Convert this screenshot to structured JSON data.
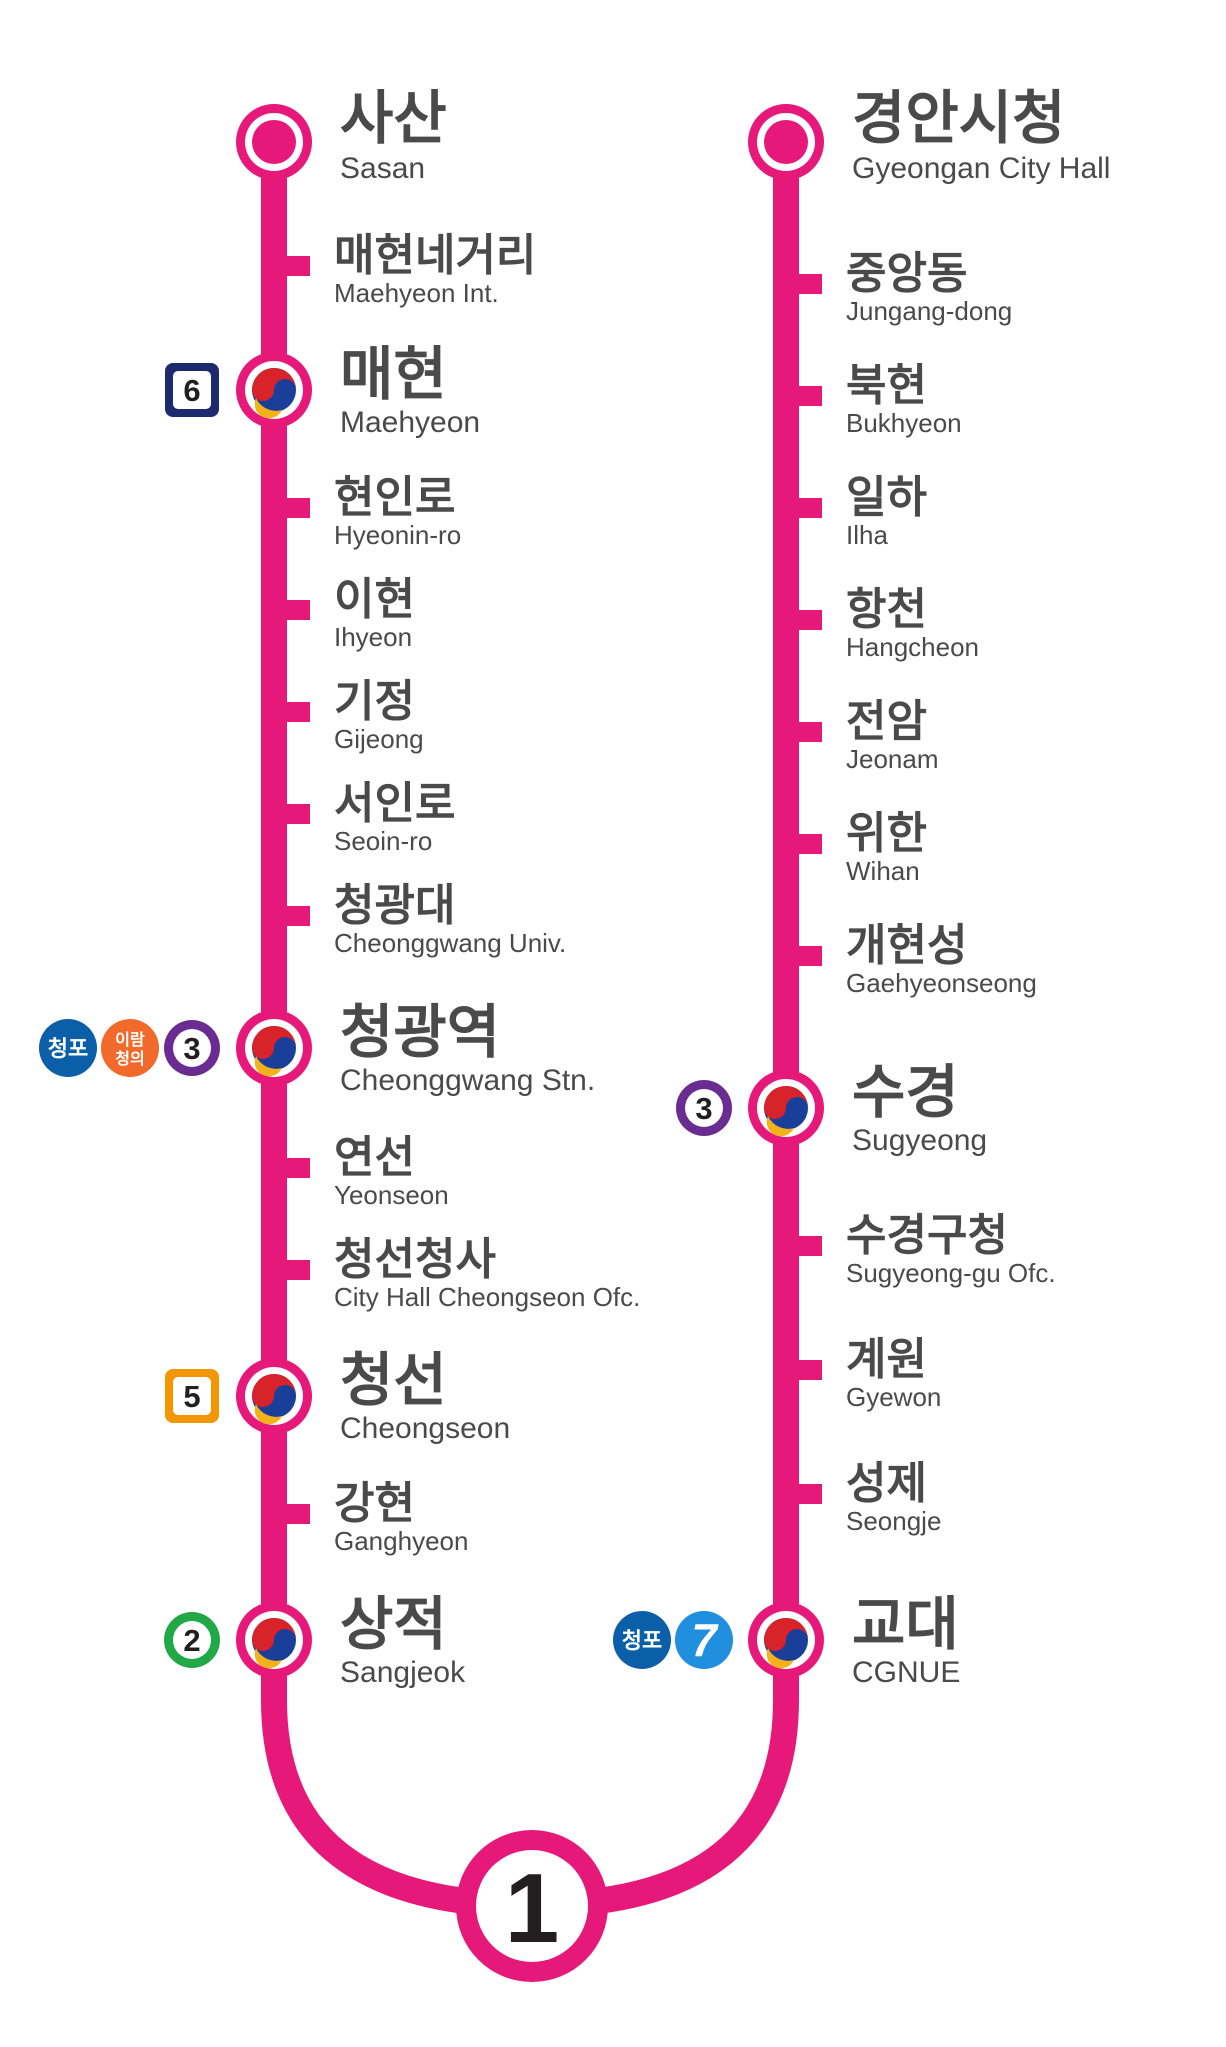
{
  "line": {
    "number": "1",
    "color": "#e6197a",
    "dark_color": "#231f20"
  },
  "colors": {
    "line6": "#1e2a6e",
    "line3": "#6a2c91",
    "line5": "#f39700",
    "line2": "#23a847",
    "line7": "#1f8fde",
    "cheongpo": "#0b5ea8",
    "iram": "#f26a2b"
  },
  "left_branch": [
    {
      "ko": "사산",
      "en": "Sasan",
      "type": "terminal"
    },
    {
      "ko": "매현네거리",
      "en": "Maehyeon Int.",
      "type": "regular"
    },
    {
      "ko": "매현",
      "en": "Maehyeon",
      "type": "transfer",
      "badges": [
        {
          "kind": "square",
          "text": "6",
          "color_key": "line6",
          "icon": "line-6-badge"
        }
      ]
    },
    {
      "ko": "현인로",
      "en": "Hyeonin-ro",
      "type": "regular"
    },
    {
      "ko": "이현",
      "en": "Ihyeon",
      "type": "regular"
    },
    {
      "ko": "기정",
      "en": "Gijeong",
      "type": "regular"
    },
    {
      "ko": "서인로",
      "en": "Seoin-ro",
      "type": "regular"
    },
    {
      "ko": "청광대",
      "en": "Cheonggwang Univ.",
      "type": "regular"
    },
    {
      "ko": "청광역",
      "en": "Cheonggwang Stn.",
      "type": "transfer",
      "badges": [
        {
          "kind": "circle",
          "text": "청포",
          "color_key": "cheongpo",
          "icon": "cheongpo-line-badge"
        },
        {
          "kind": "circle2",
          "text": "이람",
          "text2": "청의",
          "color_key": "iram",
          "icon": "iram-cheongui-line-badge"
        },
        {
          "kind": "ring",
          "text": "3",
          "color_key": "line3",
          "icon": "line-3-badge"
        }
      ]
    },
    {
      "ko": "연선",
      "en": "Yeonseon",
      "type": "regular"
    },
    {
      "ko": "청선청사",
      "en": "City Hall Cheongseon Ofc.",
      "type": "regular"
    },
    {
      "ko": "청선",
      "en": "Cheongseon",
      "type": "transfer",
      "badges": [
        {
          "kind": "square",
          "text": "5",
          "color_key": "line5",
          "icon": "line-5-badge"
        }
      ]
    },
    {
      "ko": "강현",
      "en": "Ganghyeon",
      "type": "regular"
    },
    {
      "ko": "상적",
      "en": "Sangjeok",
      "type": "transfer",
      "badges": [
        {
          "kind": "ring",
          "text": "2",
          "color_key": "line2",
          "icon": "line-2-badge"
        }
      ]
    }
  ],
  "right_branch": [
    {
      "ko": "경안시청",
      "en": "Gyeongan City Hall",
      "type": "terminal"
    },
    {
      "ko": "중앙동",
      "en": "Jungang-dong",
      "type": "regular"
    },
    {
      "ko": "북현",
      "en": "Bukhyeon",
      "type": "regular"
    },
    {
      "ko": "일하",
      "en": "Ilha",
      "type": "regular"
    },
    {
      "ko": "항천",
      "en": "Hangcheon",
      "type": "regular"
    },
    {
      "ko": "전암",
      "en": "Jeonam",
      "type": "regular"
    },
    {
      "ko": "위한",
      "en": "Wihan",
      "type": "regular"
    },
    {
      "ko": "개현성",
      "en": "Gaehyeonseong",
      "type": "regular"
    },
    {
      "ko": "수경",
      "en": "Sugyeong",
      "type": "transfer",
      "badges": [
        {
          "kind": "ring",
          "text": "3",
          "color_key": "line3",
          "icon": "line-3-badge"
        }
      ]
    },
    {
      "ko": "수경구청",
      "en": "Sugyeong-gu Ofc.",
      "type": "regular"
    },
    {
      "ko": "계원",
      "en": "Gyewon",
      "type": "regular"
    },
    {
      "ko": "성제",
      "en": "Seongje",
      "type": "regular"
    },
    {
      "ko": "교대",
      "en": "CGNUE",
      "type": "transfer",
      "badges": [
        {
          "kind": "circle",
          "text": "청포",
          "color_key": "cheongpo",
          "icon": "cheongpo-line-badge"
        },
        {
          "kind": "circle",
          "text": "7",
          "color_key": "line7",
          "icon": "line-7-badge"
        }
      ]
    }
  ]
}
